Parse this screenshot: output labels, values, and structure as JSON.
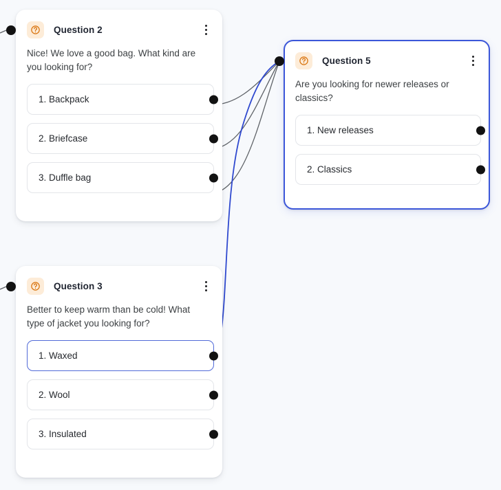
{
  "theme": {
    "background": "#f7f9fc",
    "card_bg": "#ffffff",
    "accent_blue": "#3b56d9",
    "edge_blue": "#2f49cf",
    "edge_gray": "#5f6368",
    "icon_orange": "#d9730d",
    "icon_bg": "#fdecd8",
    "port": "#121212"
  },
  "nodes": [
    {
      "id": "q2",
      "title": "Question 2",
      "icon": "question-circle-icon",
      "menu": "more-vertical-icon",
      "prompt": "Nice! We love a good bag. What kind are you looking for?",
      "selected": false,
      "options": [
        {
          "label": "1. Backpack",
          "selected": false
        },
        {
          "label": "2. Briefcase",
          "selected": false
        },
        {
          "label": "3. Duffle bag",
          "selected": false
        }
      ]
    },
    {
      "id": "q3",
      "title": "Question 3",
      "icon": "question-circle-icon",
      "menu": "more-vertical-icon",
      "prompt": "Better to keep warm than be cold! What type of jacket you looking for?",
      "selected": false,
      "options": [
        {
          "label": "1. Waxed",
          "selected": true
        },
        {
          "label": "2. Wool",
          "selected": false
        },
        {
          "label": "3. Insulated",
          "selected": false
        }
      ]
    },
    {
      "id": "q5",
      "title": "Question 5",
      "icon": "question-circle-icon",
      "menu": "more-vertical-icon",
      "prompt": "Are you looking for newer releases or classics?",
      "selected": true,
      "options": [
        {
          "label": "1. New releases",
          "selected": false
        },
        {
          "label": "2. Classics",
          "selected": false
        }
      ]
    }
  ],
  "connections": [
    {
      "from": "q2.option.1",
      "to": "q5.input",
      "color": "gray"
    },
    {
      "from": "q2.option.2",
      "to": "q5.input",
      "color": "gray"
    },
    {
      "from": "q2.option.3",
      "to": "q5.input",
      "color": "gray"
    },
    {
      "from": "q3.option.1",
      "to": "q5.input",
      "color": "blue"
    }
  ]
}
